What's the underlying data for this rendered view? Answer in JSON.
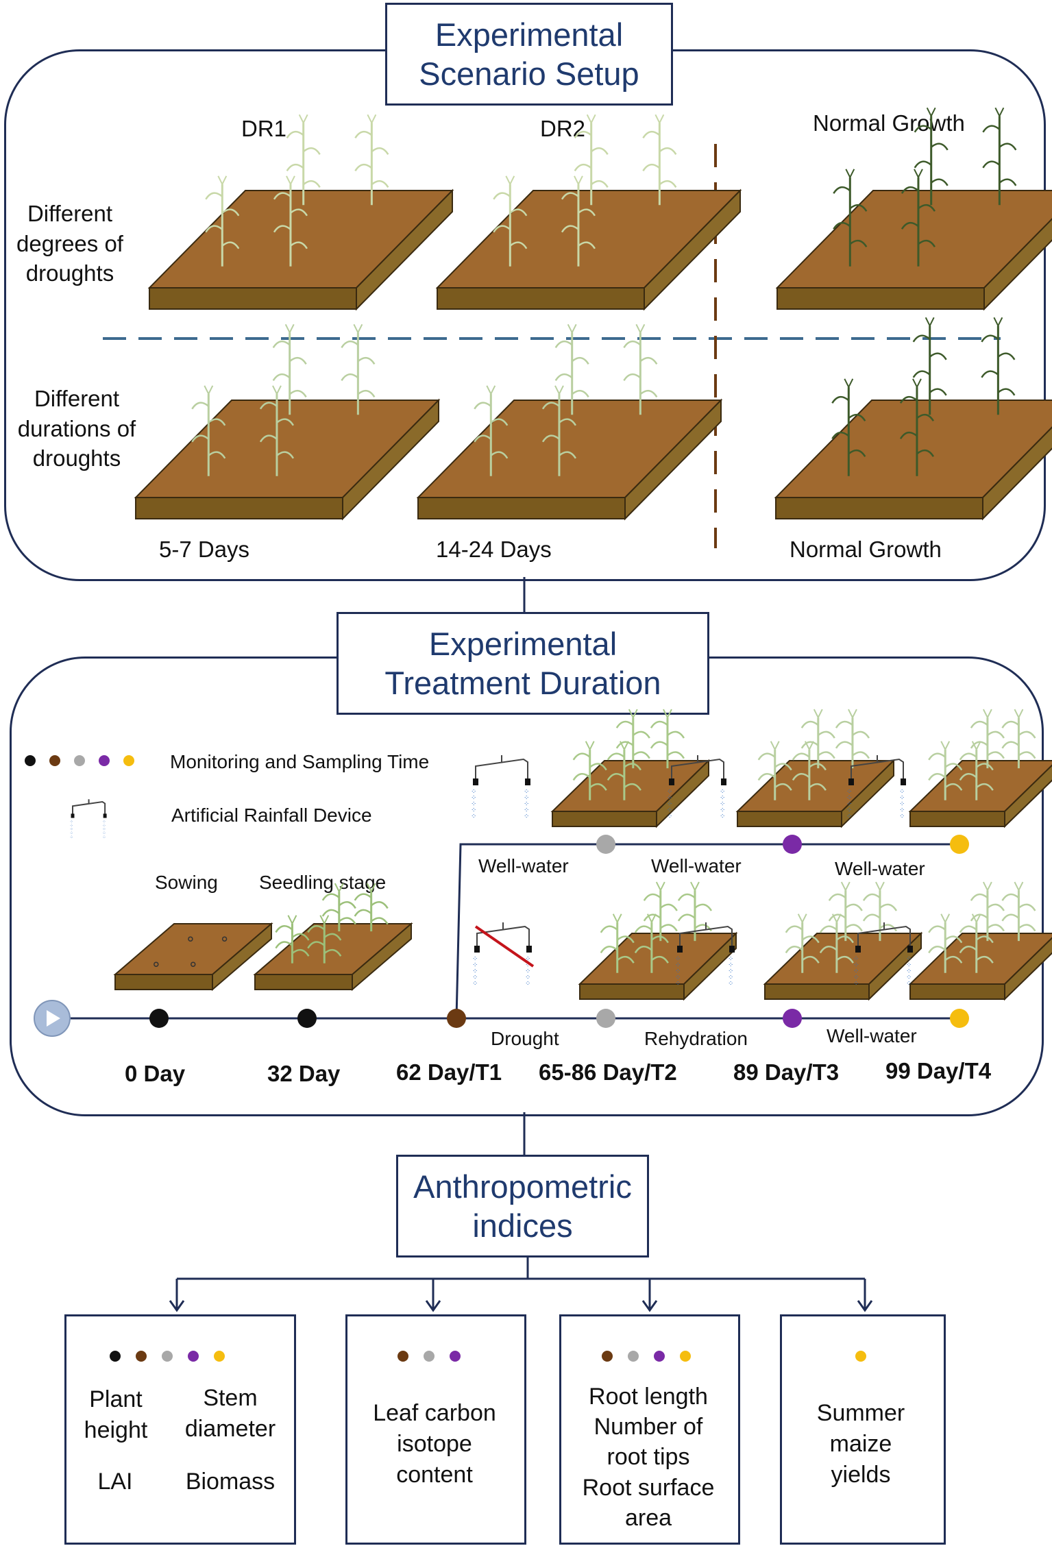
{
  "titles": {
    "scenario": [
      "Experimental",
      "Scenario Setup"
    ],
    "treatment": [
      "Experimental",
      "Treatment Duration"
    ],
    "indices": [
      "Anthropometric",
      "indices"
    ]
  },
  "scenario": {
    "col_dr1": "DR1",
    "col_dr2": "DR2",
    "col_normal_top": "Normal Growth",
    "row_degrees": [
      "Different",
      "degrees of",
      "droughts"
    ],
    "row_durations": [
      "Different",
      "durations of",
      "droughts"
    ],
    "dur_short": "5-7 Days",
    "dur_long": "14-24 Days",
    "col_normal_bottom": "Normal Growth"
  },
  "treatment": {
    "legend_sampling": "Monitoring and Sampling Time",
    "legend_rain": "Artificial Rainfall Device",
    "sowing": "Sowing",
    "seedling": "Seedling stage",
    "upper_labels": [
      "Well-water",
      "Well-water",
      "Well-water"
    ],
    "lower_labels": [
      "Drought",
      "Rehydration",
      "Well-water"
    ],
    "days": [
      "0 Day",
      "32 Day",
      "62 Day/T1",
      "65-86 Day/T2",
      "89 Day/T3",
      "99 Day/T4"
    ]
  },
  "indices": {
    "box1": {
      "plant": [
        "Plant",
        "height"
      ],
      "stem": [
        "Stem",
        "diameter"
      ],
      "lai": "LAI",
      "biomass": "Biomass"
    },
    "box2": [
      "Leaf carbon",
      "isotope",
      "content"
    ],
    "box3": [
      "Root length",
      "Number of",
      "root tips",
      "Root surface",
      "area"
    ],
    "box4": [
      "Summer",
      "maize",
      "yields"
    ]
  },
  "colors": {
    "navy": "#1f2d55",
    "title_text": "#1f3a6e",
    "soil_top": "#a0692f",
    "soil_side": "#7a5a1e",
    "dot_black": "#111111",
    "dot_brown": "#6b3a12",
    "dot_gray": "#a8a8a8",
    "dot_purple": "#7a2aa6",
    "dot_yellow": "#f5bd0f",
    "dash_blue": "#3d6a8f",
    "dash_brown": "#6b3a12",
    "cross_red": "#c4141b",
    "rain_blue": "#2f6fc4"
  }
}
